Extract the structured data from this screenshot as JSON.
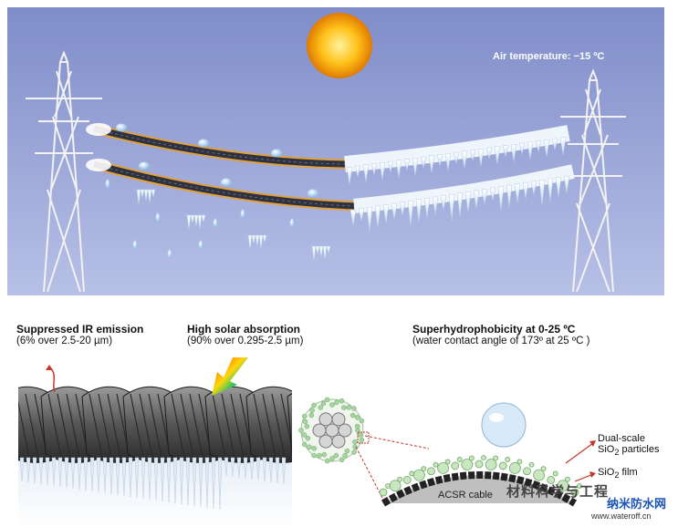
{
  "top_panel": {
    "air_temperature_label": "Air temperature: −15 ºC"
  },
  "properties": [
    {
      "title": "Suppressed IR emission",
      "detail": "(6% over 2.5-20 µm)"
    },
    {
      "title": "High solar absorption",
      "detail": "(90% over 0.295-2.5 µm)"
    },
    {
      "title": "Superhydrophobicity at 0-25 ºC",
      "detail": "(water contact angle of 173º at 25 ºC )"
    }
  ],
  "cross_section_labels": {
    "dual_scale_line1": "Dual-scale",
    "dual_scale_line2": "SiO",
    "dual_scale_sub": "2",
    "dual_scale_tail": " particles",
    "film": "SiO",
    "film_sub": "2",
    "film_tail": " film",
    "cable": "ACSR cable"
  },
  "watermark": {
    "text1": "材料科学与工程",
    "text2": "纳米防水网",
    "url": "www.wateroff.cn"
  },
  "colors": {
    "sky_top": "#a9b3dc",
    "sky_bottom": "#5a6fb6",
    "cable_dark": "#2d3140",
    "cable_coat": "#e2a03b",
    "ice": "#e8f2fa",
    "accent_red": "#c0392b"
  }
}
